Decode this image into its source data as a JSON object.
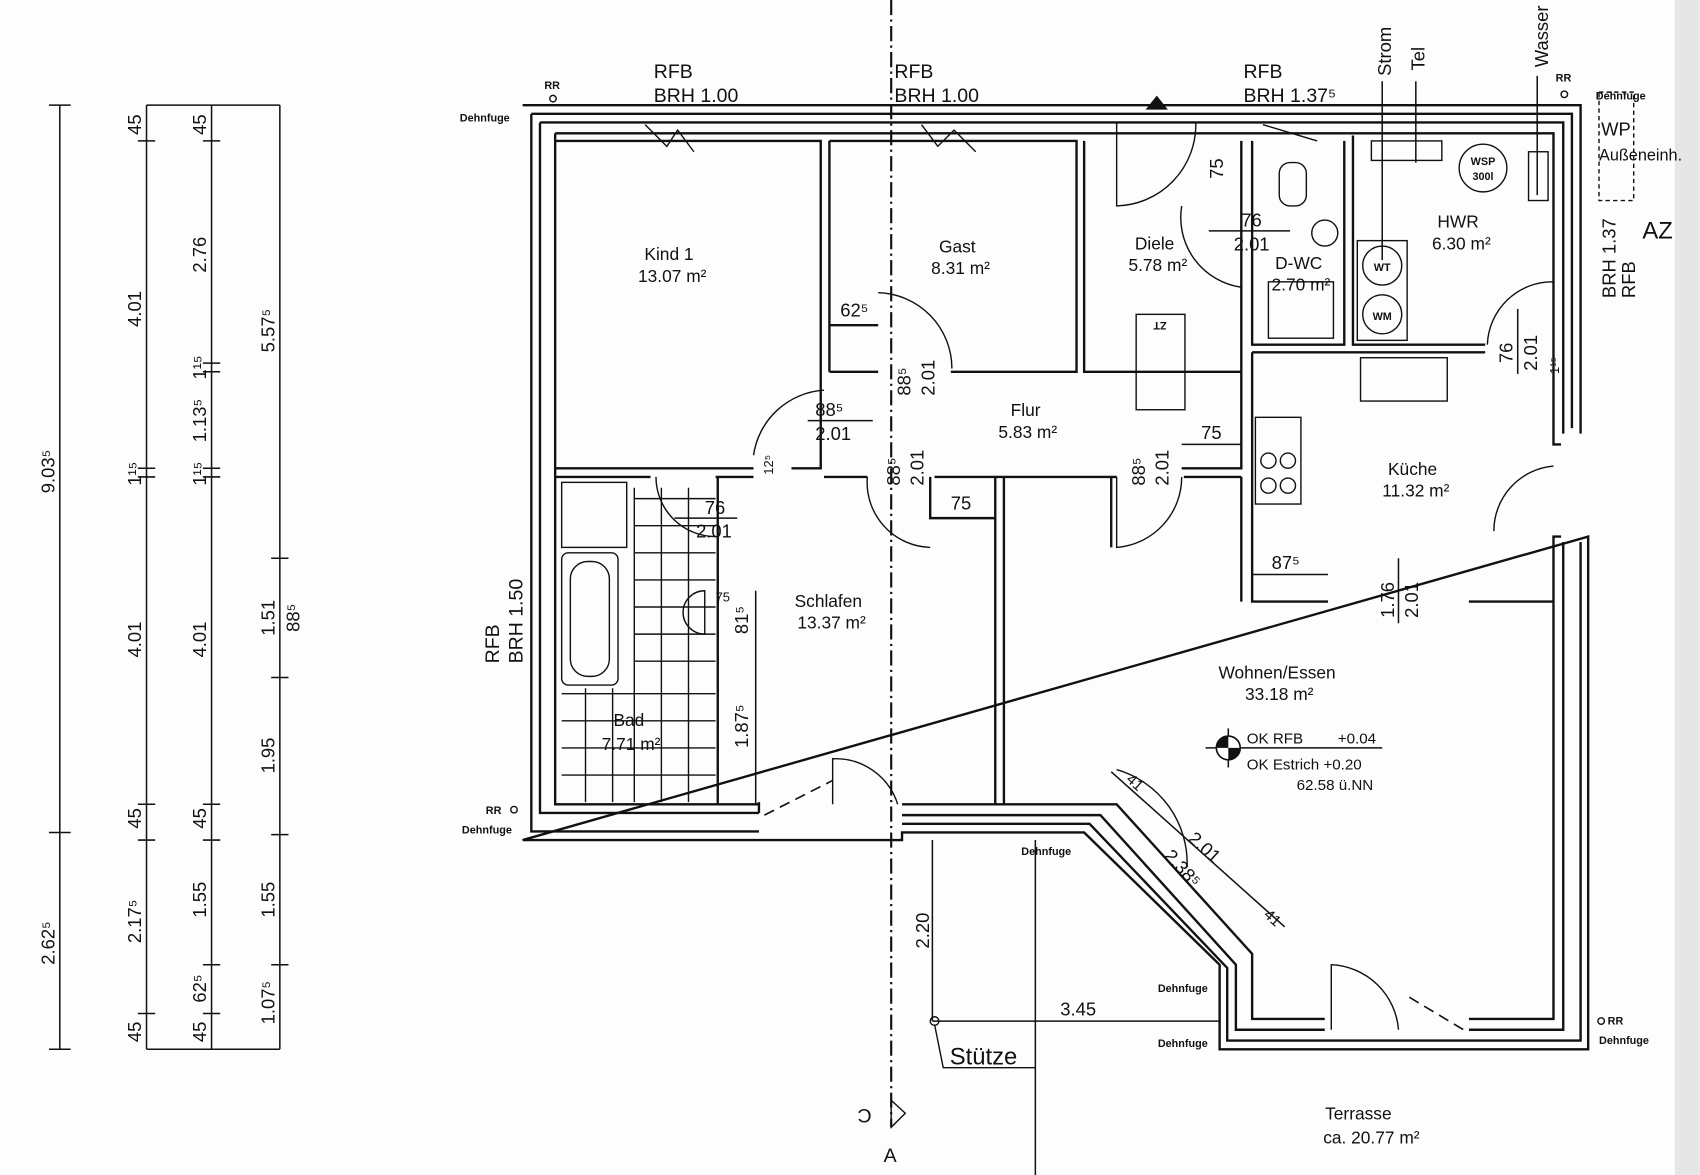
{
  "rooms": [
    {
      "name": "Kind 1",
      "area": "13.07 m²"
    },
    {
      "name": "Gast",
      "area": "8.31 m²"
    },
    {
      "name": "Diele",
      "area": "5.78 m²"
    },
    {
      "name": "D-WC",
      "area": "2.70 m²"
    },
    {
      "name": "HWR",
      "area": "6.30 m²"
    },
    {
      "name": "Flur",
      "area": "5.83 m²"
    },
    {
      "name": "Küche",
      "area": "11.32 m²"
    },
    {
      "name": "Schlafen",
      "area": "13.37 m²"
    },
    {
      "name": "Bad",
      "area": "7.71 m²"
    },
    {
      "name": "Wohnen/Essen",
      "area": "33.18 m²"
    },
    {
      "name": "Terrasse",
      "area": "ca. 20.77 m²"
    }
  ],
  "windows": [
    {
      "type": "RFB",
      "brh": "BRH 1.00"
    },
    {
      "type": "RFB",
      "brh": "BRH 1.00"
    },
    {
      "type": "RFB",
      "brh": "BRH 1.37⁵"
    },
    {
      "type": "RFB",
      "brh": "BRH 1.50"
    },
    {
      "type": "RFB",
      "brh": "BRH 1.37"
    }
  ],
  "utilities": {
    "strom": "Strom",
    "tel": "Tel",
    "wasser": "Wasser",
    "wsp": "WSP",
    "wsp_vol": "300l",
    "wp": "WP",
    "wp_sub": "Außeneinh.",
    "az": "AZ",
    "wt": "WT",
    "wm": "WM",
    "stair": "ZT"
  },
  "labels": {
    "rr": "RR",
    "dehnfuge": "Dehnfuge",
    "stuetze": "Stütze",
    "section_a": "A",
    "section_c": "C"
  },
  "level": {
    "ok_rfb": "OK RFB",
    "ok_rfb_val": "+0.04",
    "ok_estrich": "OK Estrich +0.20",
    "nn": "62.58 ü.NN"
  },
  "dimensions": {
    "chain1": [
      "9.03⁵",
      "2.62⁵"
    ],
    "chain2": [
      "45",
      "4.01",
      "1¹⁵",
      "4.01",
      "45",
      "2.17⁵",
      "45"
    ],
    "chain3": [
      "45",
      "2.76",
      "1¹⁵",
      "1.13⁵",
      "1¹⁵",
      "4.01",
      "45",
      "1.55",
      "62⁵",
      "45"
    ],
    "chain4": [
      "5.57⁵",
      "1.51",
      "88⁵",
      "1.95",
      "1.55",
      "1.07⁵"
    ],
    "doors": {
      "kind_gast_niche": "62⁵",
      "flur_door_w": "88⁵",
      "flur_door_h": "2.01",
      "gast_door_w": "88⁵",
      "gast_door_h": "2.01",
      "schlafen_door_w": "88⁵",
      "schlafen_door_h": "2.01",
      "bad_door_w": "76",
      "bad_door_h": "2.01",
      "wc_door_w": "76",
      "wc_door_h": "2.01",
      "wc_niche": "75",
      "diele_door_w": "88⁵",
      "diele_door_h": "2.01",
      "flur_75": "75",
      "schlafen_75": "75",
      "kueche_87": "87⁵",
      "wohnen_w": "1.76",
      "wohnen_h": "2.01",
      "hwr_door_w": "76",
      "hwr_door_h": "2.01",
      "hwr_small": "1¹⁵",
      "bad_81": "81⁵",
      "bad_75": "75",
      "schlafen_1875": "1.87⁵",
      "wall_125": "12⁵",
      "diag_201": "2.01",
      "diag_2385": "2.38⁵",
      "diag_41a": "41",
      "diag_41b": "41",
      "terr_220": "2.20",
      "terr_345": "3.45"
    }
  }
}
